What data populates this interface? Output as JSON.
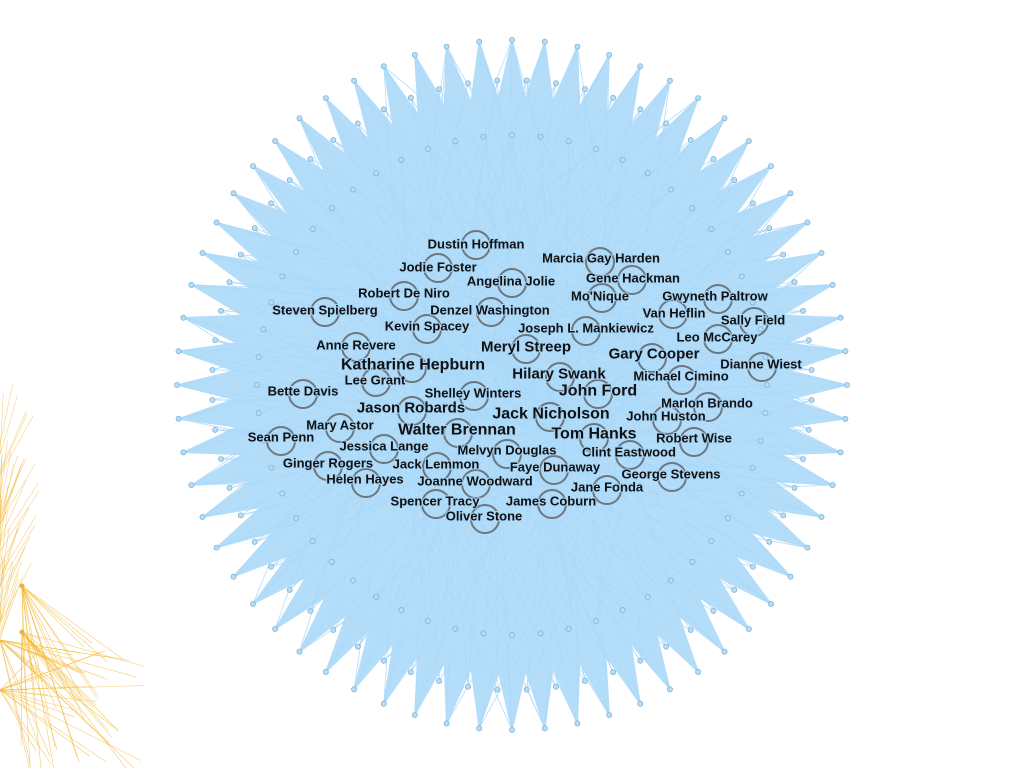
{
  "colors": {
    "edge_blue": "#a8d6f7",
    "hull_blue": "#aad8f8",
    "edge_orange": "#f2b632",
    "node_stroke": "#555555",
    "outer_node_fill": "#b7dcf5",
    "label": "#111111"
  },
  "hub_labels": [
    "Dustin Hoffman",
    "Marcia Gay Harden",
    "Jodie Foster",
    "Gene Hackman",
    "Angelina Jolie",
    "Robert De Niro",
    "Mo'Nique",
    "Gwyneth Paltrow",
    "Steven Spielberg",
    "Denzel Washington",
    "Van Heflin",
    "Kevin Spacey",
    "Sally Field",
    "Joseph L. Mankiewicz",
    "Anne Revere",
    "Leo McCarey",
    "Meryl Streep",
    "Gary Cooper",
    "Dianne Wiest",
    "Katharine Hepburn",
    "Hilary Swank",
    "Lee Grant",
    "Michael Cimino",
    "Bette Davis",
    "John Ford",
    "Shelley Winters",
    "Marlon Brando",
    "Jason Robards",
    "Jack Nicholson",
    "John Huston",
    "Mary Astor",
    "Walter Brennan",
    "Tom Hanks",
    "Sean Penn",
    "Robert Wise",
    "Jessica Lange",
    "Melvyn Douglas",
    "Clint Eastwood",
    "Ginger Rogers",
    "Jack Lemmon",
    "Faye Dunaway",
    "George Stevens",
    "Helen Hayes",
    "Joanne Woodward",
    "Jane Fonda",
    "Spencer Tracy",
    "James Coburn",
    "Oliver Stone"
  ]
}
